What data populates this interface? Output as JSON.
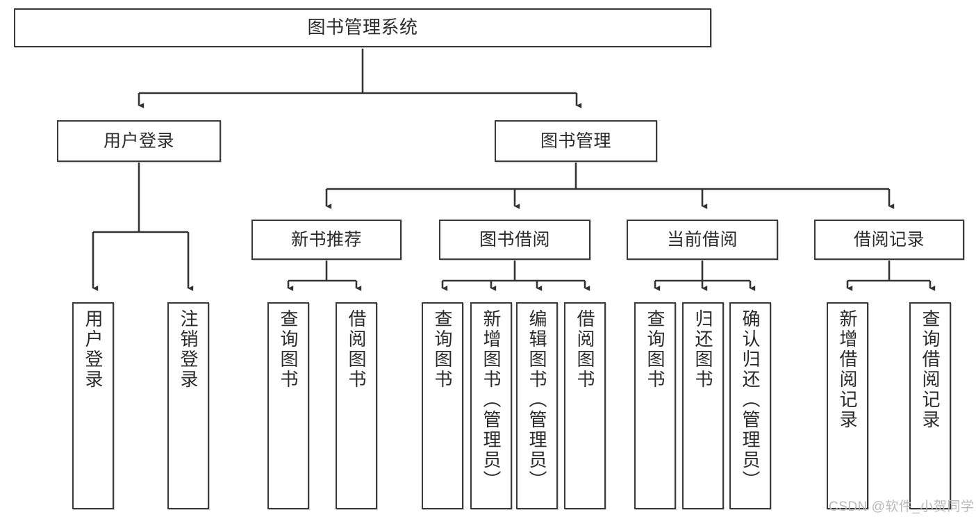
{
  "diagram": {
    "title": "图书管理系统",
    "type": "tree-hierarchy-chart",
    "orientation": "top-down",
    "colors": {
      "box_border": "#3a3a3a",
      "box_fill": "#ffffff",
      "edge": "#333333",
      "text": "#2b2b2b",
      "watermark": "#b9b9b9",
      "background": "#ffffff"
    }
  },
  "root": {
    "label": "图书管理系统"
  },
  "level1": [
    {
      "label": "用户登录"
    },
    {
      "label": "图书管理"
    }
  ],
  "level2": [
    {
      "label": "新书推荐"
    },
    {
      "label": "图书借阅"
    },
    {
      "label": "当前借阅"
    },
    {
      "label": "借阅记录"
    }
  ],
  "leaves": {
    "user_login": [
      {
        "label": "用户登录"
      },
      {
        "label": "注销登录"
      }
    ],
    "new_book": [
      {
        "label": "查询图书"
      },
      {
        "label": "借阅图书"
      }
    ],
    "book_borrow": [
      {
        "label": "查询图书"
      },
      {
        "label": "新增图书（管理员）"
      },
      {
        "label": "编辑图书（管理员）"
      },
      {
        "label": "借阅图书"
      }
    ],
    "current_borrow": [
      {
        "label": "查询图书"
      },
      {
        "label": "归还图书"
      },
      {
        "label": "确认归还（管理员）"
      }
    ],
    "borrow_record": [
      {
        "label": "新增借阅记录"
      },
      {
        "label": "查询借阅记录"
      }
    ]
  },
  "watermark": {
    "text": "CSDN @软件_小贺同学"
  }
}
